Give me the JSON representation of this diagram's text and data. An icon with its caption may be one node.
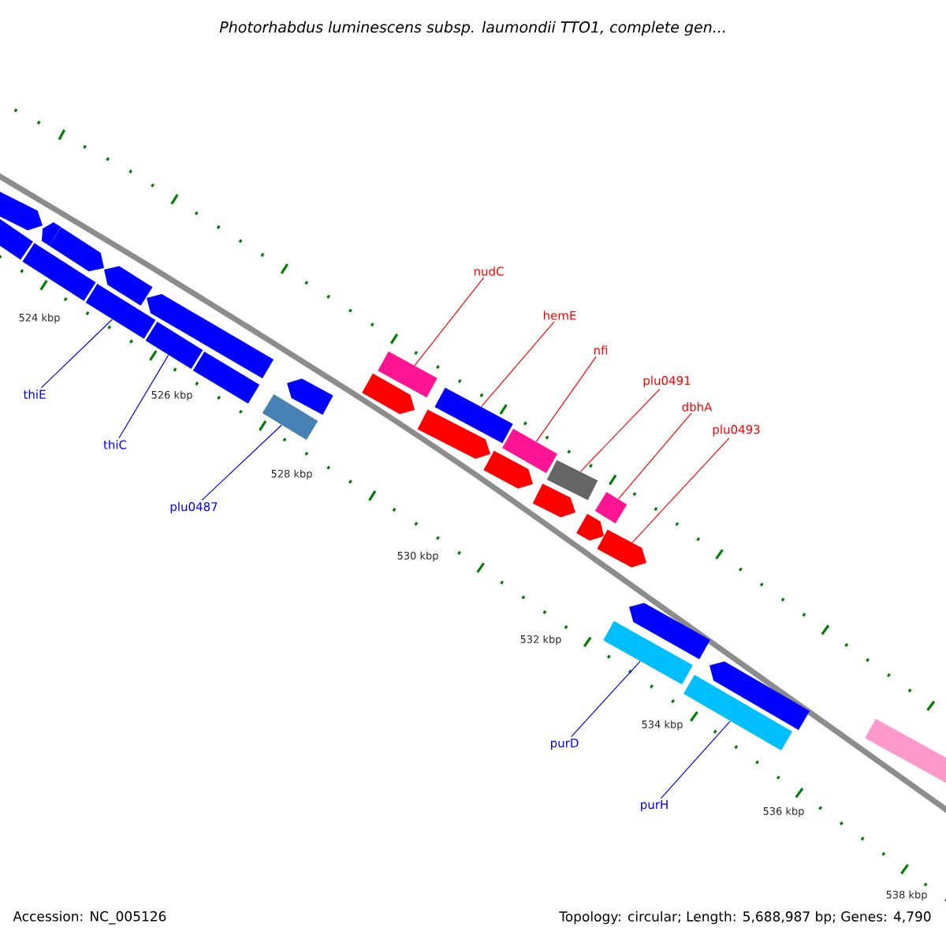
{
  "diagram": {
    "title": "Photorhabdus luminescens subsp. laumondii TTO1, complete gen...",
    "nodes": [
      {
        "text": [
          "thiE"
        ]
      },
      {
        "text": [
          "thiC"
        ]
      },
      {
        "text": [
          "plu0487"
        ]
      },
      {
        "text": [
          "nudC"
        ]
      },
      {
        "text": [
          "hemE"
        ]
      },
      {
        "text": [
          "nfi"
        ]
      },
      {
        "text": [
          "plu0491"
        ]
      },
      {
        "text": [
          "dbhA"
        ]
      },
      {
        "text": [
          "plu0493"
        ]
      },
      {
        "text": [
          "purD"
        ]
      },
      {
        "text": [
          "purH"
        ]
      },
      {
        "text": [],
        "shape": "bar"
      },
      {
        "text": [],
        "shape": "bar"
      },
      {
        "text": [],
        "shape": "bar"
      },
      {
        "text": [],
        "shape": "bar"
      },
      {
        "text": [],
        "shape": "bar"
      },
      {
        "text": [],
        "shape": "bar"
      },
      {
        "text": [],
        "shape": "bar"
      },
      {
        "text": [],
        "shape": "bar"
      },
      {
        "text": [],
        "shape": "bar"
      },
      {
        "text": [],
        "shape": "bar"
      },
      {
        "text": [],
        "shape": "bar"
      },
      {
        "text": [],
        "shape": "bar"
      },
      {
        "text": [],
        "shape": "bar"
      },
      {
        "text": [],
        "shape": "bar"
      },
      {
        "text": [],
        "shape": "bar"
      },
      {
        "text": [],
        "shape": "bar"
      },
      {
        "text": [],
        "shape": "bar"
      },
      {
        "text": [],
        "shape": "bar"
      },
      {
        "text": [],
        "shape": "bar"
      },
      {
        "text": [],
        "shape": "bar"
      },
      {
        "text": [],
        "shape": "bar"
      },
      {
        "text": [],
        "shape": "bar"
      },
      {
        "text": [],
        "shape": "bar"
      },
      {
        "text": [],
        "shape": "bar"
      },
      {
        "text": [],
        "shape": "bar"
      },
      {
        "text": [],
        "shape": "bar"
      },
      {
        "text": [],
        "shape": "bar"
      },
      {
        "text": [],
        "shape": "bar"
      }
    ],
    "edges": [
      {
        "from": 0,
        "to": 16,
        "arrow": "none",
        "color": "#0000ff"
      },
      {
        "from": 1,
        "to": 19,
        "arrow": "none",
        "color": "#0000ff"
      },
      {
        "from": 2,
        "to": 21,
        "arrow": "none",
        "color": "#0000ff"
      },
      {
        "from": 3,
        "to": 24,
        "arrow": "none"
      },
      {
        "from": 4,
        "to": 26,
        "arrow": "none"
      },
      {
        "from": 5,
        "to": 28,
        "arrow": "none"
      },
      {
        "from": 6,
        "to": 30,
        "arrow": "none"
      },
      {
        "from": 7,
        "to": 32,
        "arrow": "none"
      },
      {
        "from": 8,
        "to": 33,
        "arrow": "none"
      },
      {
        "from": 9,
        "to": 34,
        "arrow": "none",
        "color": "#0000ff"
      },
      {
        "from": 10,
        "to": 36,
        "arrow": "none",
        "color": "#0000ff"
      }
    ],
    "labels": [
      "524 kbp",
      "526 kbp",
      "528 kbp",
      "530 kbp",
      "532 kbp",
      "534 kbp",
      "536 kbp",
      "538 kbp",
      "Accession: NC_005126",
      "Topology: circular; Length: 5,688,987 bp; Genes: 4,790"
    ]
  }
}
